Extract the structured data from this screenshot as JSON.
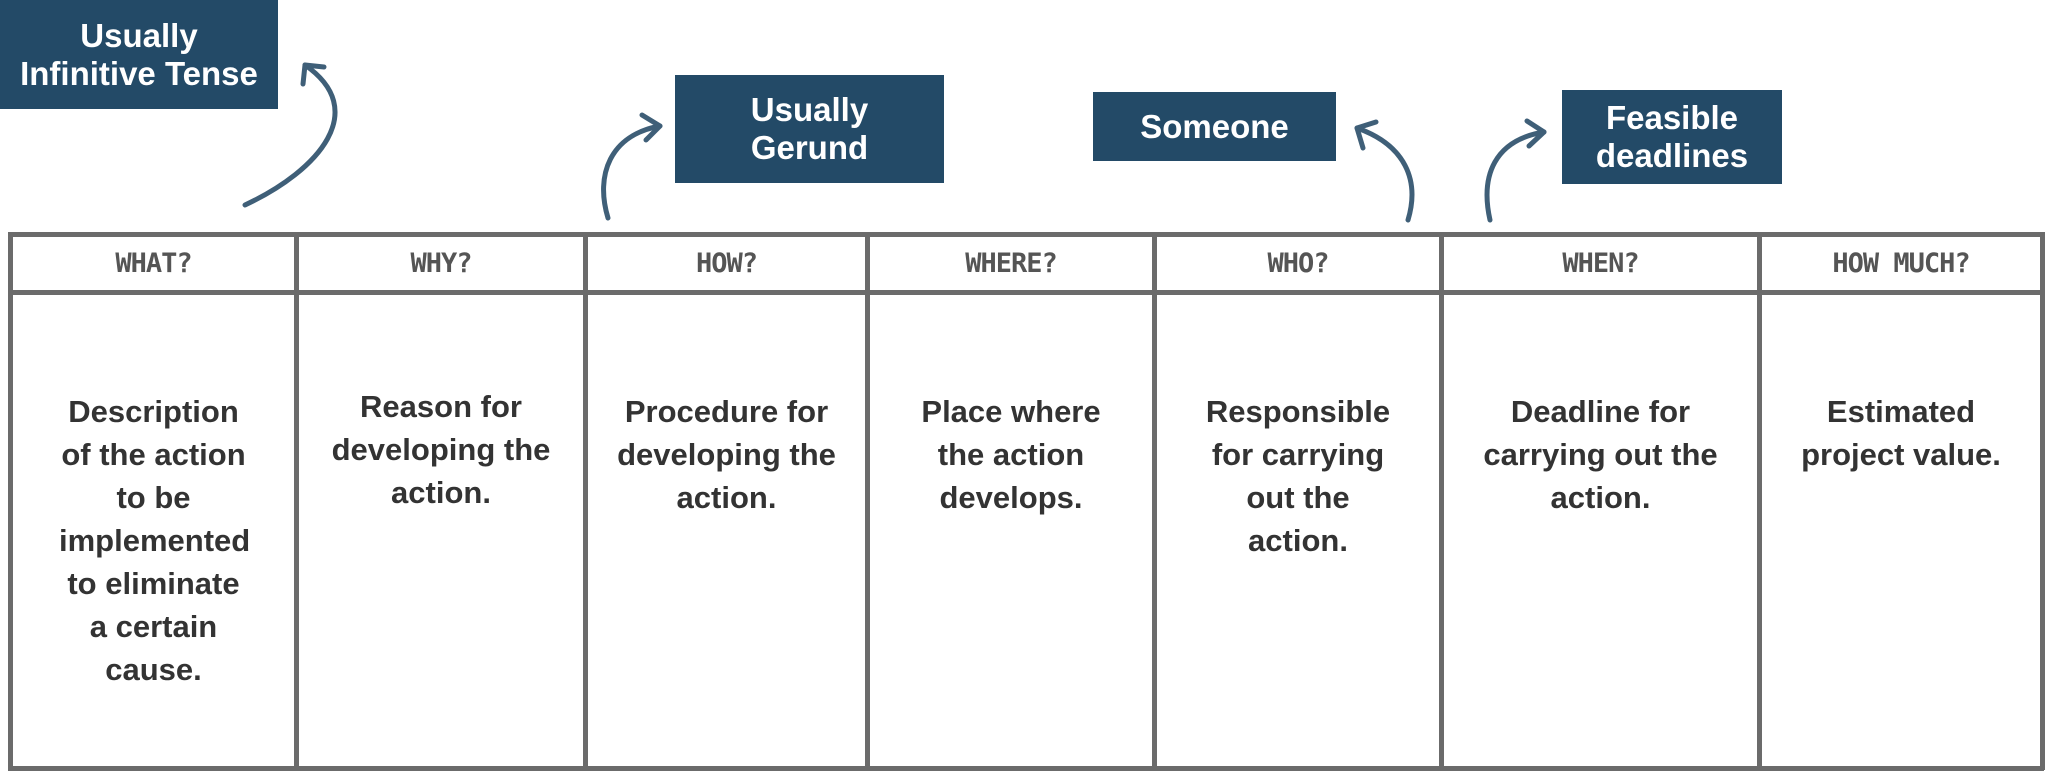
{
  "callouts": [
    {
      "text": "Usually\nInfinitive Tense"
    },
    {
      "text": "Usually\nGerund"
    },
    {
      "text": "Someone"
    },
    {
      "text": "Feasible\ndeadlines"
    }
  ],
  "columns": [
    {
      "header": "WHAT?",
      "body": "Description of the action to be implemented to eliminate a certain cause."
    },
    {
      "header": "WHY?",
      "body": "Reason for developing the action."
    },
    {
      "header": "HOW?",
      "body": "Procedure for developing the action."
    },
    {
      "header": "WHERE?",
      "body": "Place where the action develops."
    },
    {
      "header": "WHO?",
      "body": "Responsible for carrying out the action."
    },
    {
      "header": "WHEN?",
      "body": "Deadline for carrying out the action."
    },
    {
      "header": "HOW MUCH?",
      "body": "Estimated project value."
    }
  ],
  "colors": {
    "callout_bg": "#234a67",
    "arrow": "#3f5f78",
    "grid": "#6b6b6b"
  }
}
